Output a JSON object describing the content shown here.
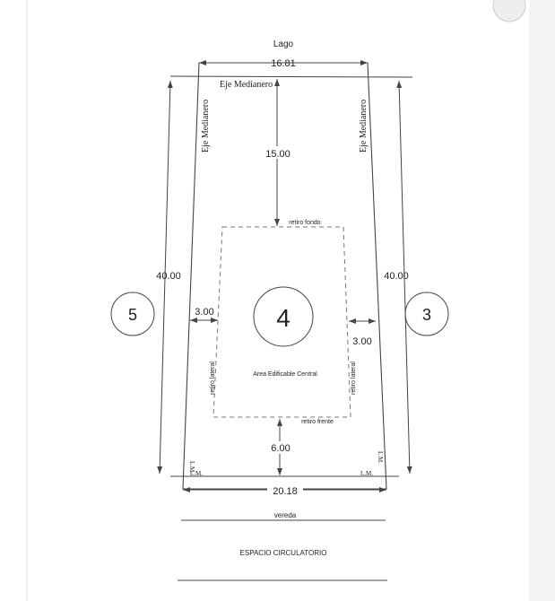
{
  "plan": {
    "top_label": "Lago",
    "top_width": "16.81",
    "bottom_width": "20.18",
    "left_length": "40.00",
    "right_length": "40.00",
    "rear_setback": "15.00",
    "front_setback": "6.00",
    "left_side_setback": "3.00",
    "right_side_setback": "3.00",
    "eje_top": "Eje Medianero",
    "eje_left": "Eje Medianero",
    "eje_right": "Eje Medianero",
    "retiro_fondo": "retiro fondo",
    "retiro_frente": "retiro frente",
    "retiro_lateral_left": "retiro lateral",
    "retiro_lateral_right": "retiro lateral",
    "area_label": "Area Edificable Central",
    "lot_number": "4",
    "left_lot": "5",
    "right_lot": "3",
    "lm_left_vertical": "L.M.",
    "lm_left_bottom": "L.M.",
    "lm_right_vertical": "L.M.",
    "lm_right_bottom": "L.M.",
    "sidewalk": "vereda",
    "street": "ESPACIO CIRCULATORIO"
  }
}
